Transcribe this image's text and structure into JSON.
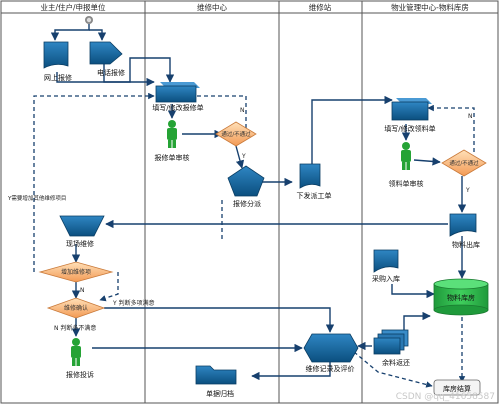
{
  "lanes": [
    {
      "title": "业主/住户/申报单位"
    },
    {
      "title": "维修中心"
    },
    {
      "title": "维修站"
    },
    {
      "title": "物业管理中心-物料库房"
    }
  ],
  "nodes": {
    "online_report": "网上报修",
    "phone_report": "电话报修",
    "fill_repair_form": "填写/修改报修单",
    "repair_review": "报修单审核",
    "approve_1": "通过/不通过",
    "repair_dispatch": "报修分派",
    "issue_work_order": "下发派工单",
    "fill_material_form": "填写/修改领料单",
    "material_review": "领料单审核",
    "approve_2": "通过/不通过",
    "material_out": "物料出库",
    "onsite_repair": "现场维修",
    "add_repair_item": "增加维修项",
    "repair_confirm": "维修确认",
    "purchase_in": "采购入库",
    "material_stock": "物料库房",
    "repair_complaint": "报修投诉",
    "record_evaluate": "维修记录及评价",
    "material_return": "余料返还",
    "doc_archive": "单据归档",
    "stock_settle": "库房结算"
  },
  "edge_labels": {
    "n_label_1": "N",
    "y_label_1": "Y",
    "n_label_2": "N",
    "y_label_2": "Y",
    "n_label_3": "N",
    "y_confirm": "Y 判断多项满意",
    "n_confirm": "N 判断多不满意",
    "y_need_items": "Y需要增加其他维修项目"
  },
  "watermark": "CSDN @qq_41658587",
  "colors": {
    "lane_border": "#555555",
    "shape_dark": "#0d5a8c",
    "shape_light": "#2f86c3",
    "arrow": "#17406e",
    "diamond": "#f6a96b",
    "person": "#25a335",
    "database": "#2db24a"
  }
}
